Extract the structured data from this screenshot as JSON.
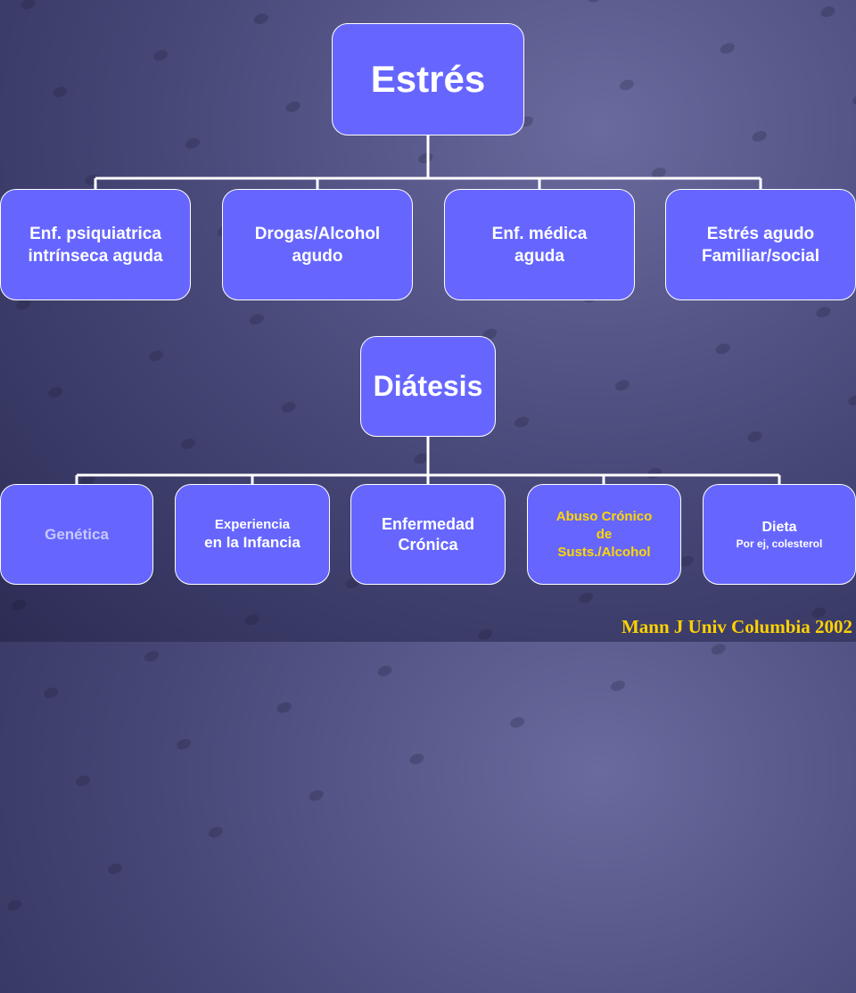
{
  "stress_tree": {
    "root": "Estrés",
    "children": [
      "Enf.  psiquiatrica\nintrínseca aguda",
      "Drogas/Alcohol\nagudo",
      "Enf. médica\naguda",
      "Estrés agudo\nFamiliar/social"
    ]
  },
  "diathesis_tree": {
    "root": "Diátesis",
    "children": [
      {
        "text": "Genética",
        "color": "#c8c8ff"
      },
      {
        "line1": "Experiencia",
        "line2": "en la Infancia"
      },
      {
        "text": "Enfermedad\nCrónica"
      },
      {
        "text": "Abuso Crónico\nde\nSusts./Alcohol",
        "color": "#ffd700"
      },
      {
        "line1": "Dieta",
        "line2": "Por ej, colesterol"
      }
    ]
  },
  "citation": "Mann J Univ Columbia 2002",
  "colors": {
    "box": "#6666ff",
    "connector": "#ffffff",
    "accent": "#ffd700"
  }
}
